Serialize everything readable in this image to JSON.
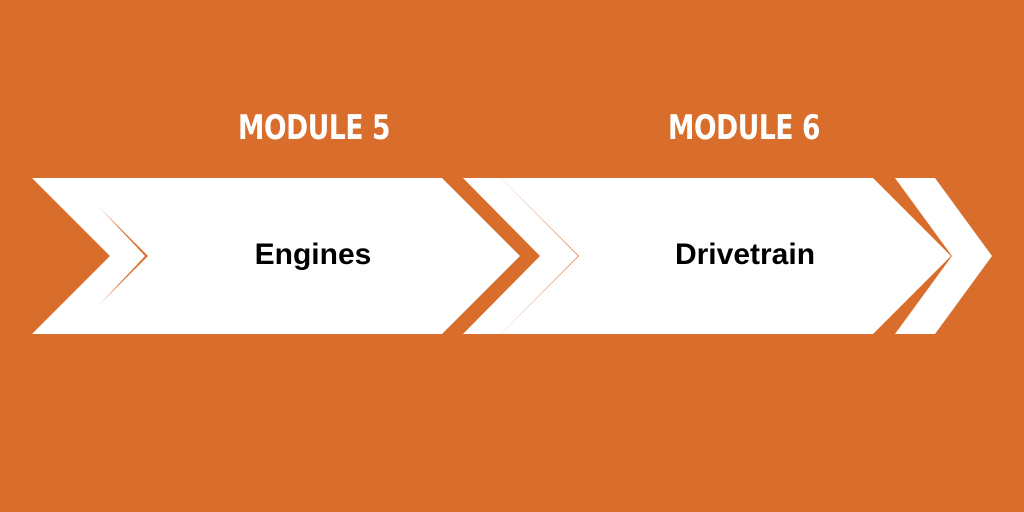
{
  "colors": {
    "background": "#D96D2B",
    "arrow_fill": "#FFFFFF",
    "heading_text": "#FFFFFF",
    "label_text": "#000000"
  },
  "steps": [
    {
      "heading": "MODULE 5",
      "label": "Engines"
    },
    {
      "heading": "MODULE 6",
      "label": "Drivetrain"
    }
  ]
}
